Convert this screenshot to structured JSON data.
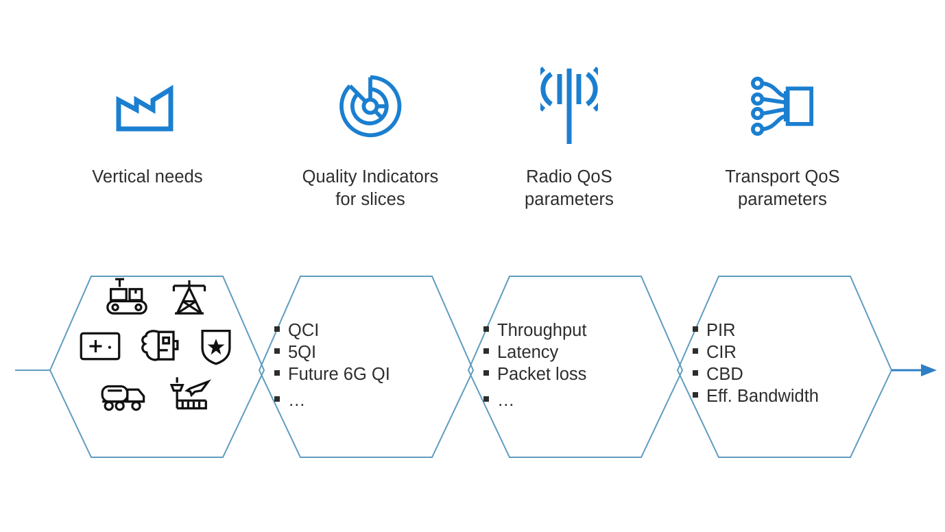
{
  "diagram": {
    "title_flow": "QoS mapping flow from vertical needs to transport QoS parameters",
    "accent_blue": "#1b7fd0",
    "hex_outline": "#5e9cbe",
    "text_color": "#2d2d2d",
    "background": "#ffffff",
    "arrow_label": "flow-arrow-right"
  },
  "columns": [
    {
      "icon": "factory-icon",
      "caption": "Vertical needs",
      "hexagon": {
        "name": "vertical-needs-hexagon",
        "kind": "icon-grid",
        "icons": [
          [
            "conveyor-belt-icon",
            "power-pylon-icon"
          ],
          [
            "first-aid-kit-icon",
            "brain-chip-icon",
            "shield-star-icon"
          ],
          [
            "tanker-truck-icon",
            "airport-tower-plane-icon"
          ]
        ]
      }
    },
    {
      "icon": "radial-chart-icon",
      "caption": "Quality Indicators\nfor slices",
      "hexagon": {
        "name": "quality-indicators-hexagon",
        "kind": "bullets",
        "items": [
          "QCI",
          "5QI",
          "Future 6G QI",
          "…"
        ]
      }
    },
    {
      "icon": "antenna-signal-icon",
      "caption": "Radio QoS\nparameters",
      "hexagon": {
        "name": "radio-qos-hexagon",
        "kind": "bullets",
        "items": [
          "Throughput",
          "Latency",
          "Packet loss",
          "…"
        ]
      }
    },
    {
      "icon": "network-chip-icon",
      "caption": "Transport QoS\nparameters",
      "hexagon": {
        "name": "transport-qos-hexagon",
        "kind": "bullets",
        "items": [
          "PIR",
          "CIR",
          "CBD",
          "Eff. Bandwidth"
        ]
      }
    }
  ]
}
